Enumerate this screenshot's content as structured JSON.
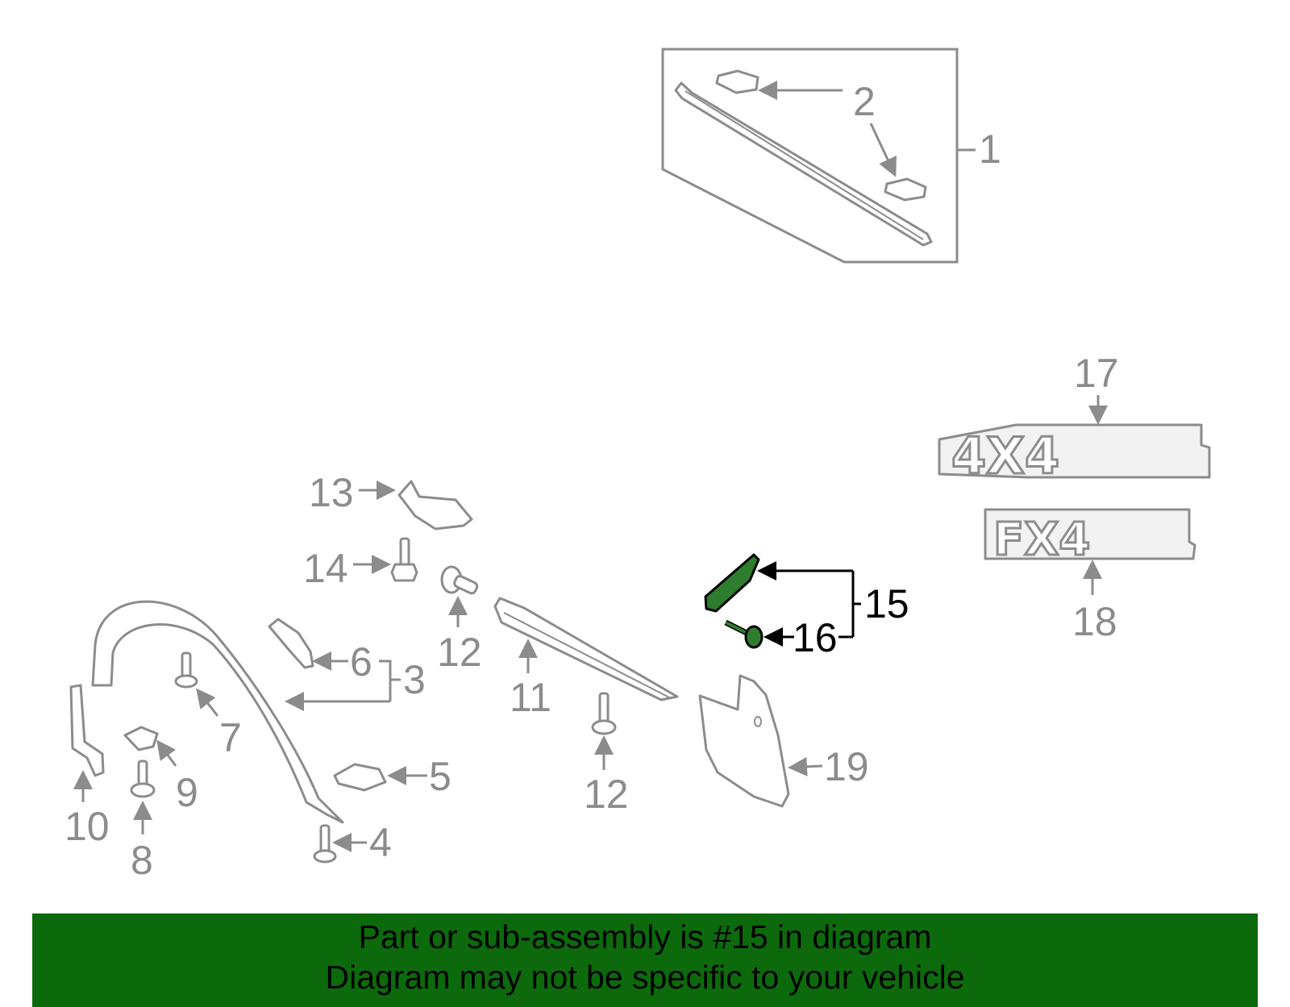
{
  "callouts": {
    "c1": "1",
    "c2": "2",
    "c3": "3",
    "c4": "4",
    "c5": "5",
    "c6": "6",
    "c7": "7",
    "c8": "8",
    "c9": "9",
    "c10": "10",
    "c11": "11",
    "c12a": "12",
    "c12b": "12",
    "c13": "13",
    "c14": "14",
    "c15": "15",
    "c16": "16",
    "c17": "17",
    "c18": "18",
    "c19": "19"
  },
  "highlight": {
    "part_number": "15",
    "color": "#2e7d2e"
  },
  "banner": {
    "line1": "Part or sub-assembly is #15 in diagram",
    "line2": "Diagram may not be specific to your vehicle",
    "background": "#0c6a0c"
  }
}
